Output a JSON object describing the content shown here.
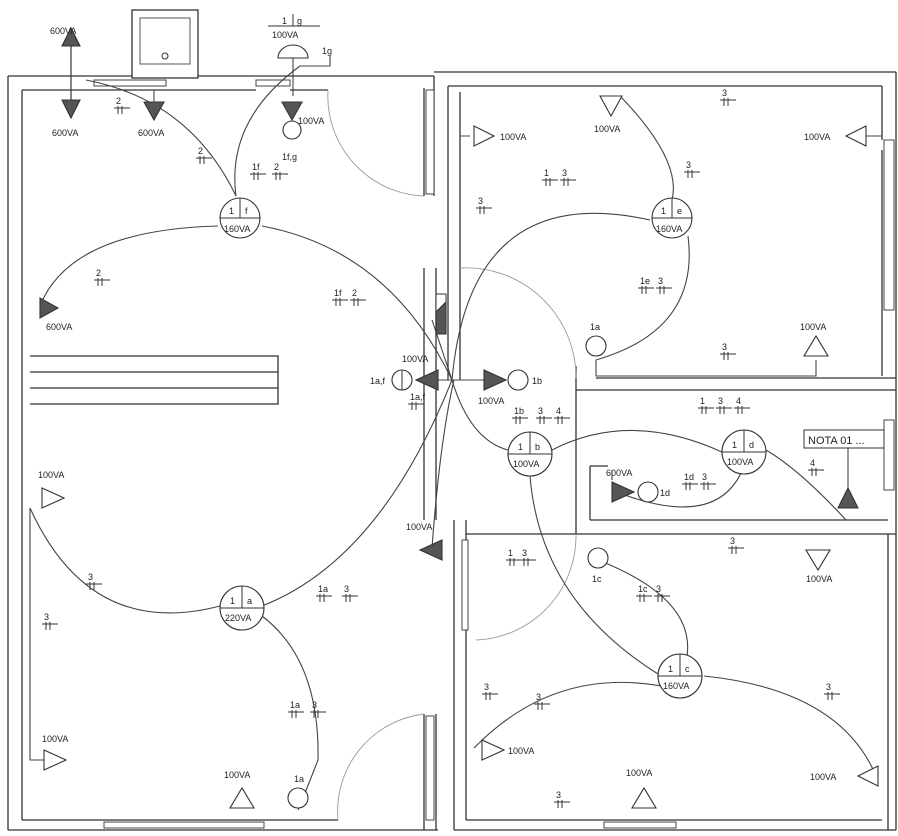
{
  "points": [
    {
      "circuit": "1",
      "id": "f",
      "power": "160VA"
    },
    {
      "circuit": "1",
      "id": "e",
      "power": "160VA"
    },
    {
      "circuit": "1",
      "id": "b",
      "power": "100VA"
    },
    {
      "circuit": "1",
      "id": "d",
      "power": "100VA"
    },
    {
      "circuit": "1",
      "id": "a",
      "power": "220VA"
    },
    {
      "circuit": "1",
      "id": "c",
      "power": "160VA"
    }
  ],
  "exterior_light": {
    "circuit": "1",
    "id": "g",
    "power": "100VA"
  },
  "power_labels": {
    "p600_top": "600VA",
    "p600_a": "600VA",
    "p600_b": "600VA",
    "p600_left": "600VA",
    "p600_hall": "600VA",
    "p100_ext": "100VA",
    "p100_r2a": "100VA",
    "p100_r2b": "100VA",
    "p100_r2c": "100VA",
    "p100_r2d": "100VA",
    "p100_hall": "100VA",
    "p100_hall2": "100VA",
    "p100_l1": "100VA",
    "p100_l2": "100VA",
    "p100_l3": "100VA",
    "p100_r3a": "100VA",
    "p100_r3b": "100VA",
    "p100_b1": "100VA",
    "p100_b2": "100VA",
    "p100_b3": "100VA",
    "p100_mid": "100VA"
  },
  "switch_labels": {
    "s1fg": "1f,g",
    "s1ee": "1e",
    "s1a_room": "1a",
    "s1af": "1a,f",
    "s1b": "1b",
    "s1d": "1d",
    "s1c": "1c",
    "s1a_bottom": "1a",
    "s1g": "1g"
  },
  "wire_labels": {
    "w1": "2",
    "w2": "2",
    "w3": "1f",
    "w4": "2",
    "w5": "2",
    "w6": "1f",
    "w7": "2",
    "w8": "3",
    "w9": "1",
    "w10": "3",
    "w11": "3",
    "w12": "3",
    "w13": "1e",
    "w14": "3",
    "w15": "3",
    "w16": "1a,f",
    "w17": "1b",
    "w18": "3",
    "w19": "4",
    "w20": "1",
    "w21": "3",
    "w22": "4",
    "w23": "1d",
    "w24": "3",
    "w25": "4",
    "w26": "1",
    "w27": "3",
    "w28": "3",
    "w29": "1a",
    "w30": "3",
    "w31": "3",
    "w32": "1c",
    "w33": "3",
    "w34": "3",
    "w35": "3",
    "w36": "3",
    "w37": "1a",
    "w38": "3",
    "w39": "3",
    "w40": "3"
  },
  "note": "NOTA 01 ..."
}
